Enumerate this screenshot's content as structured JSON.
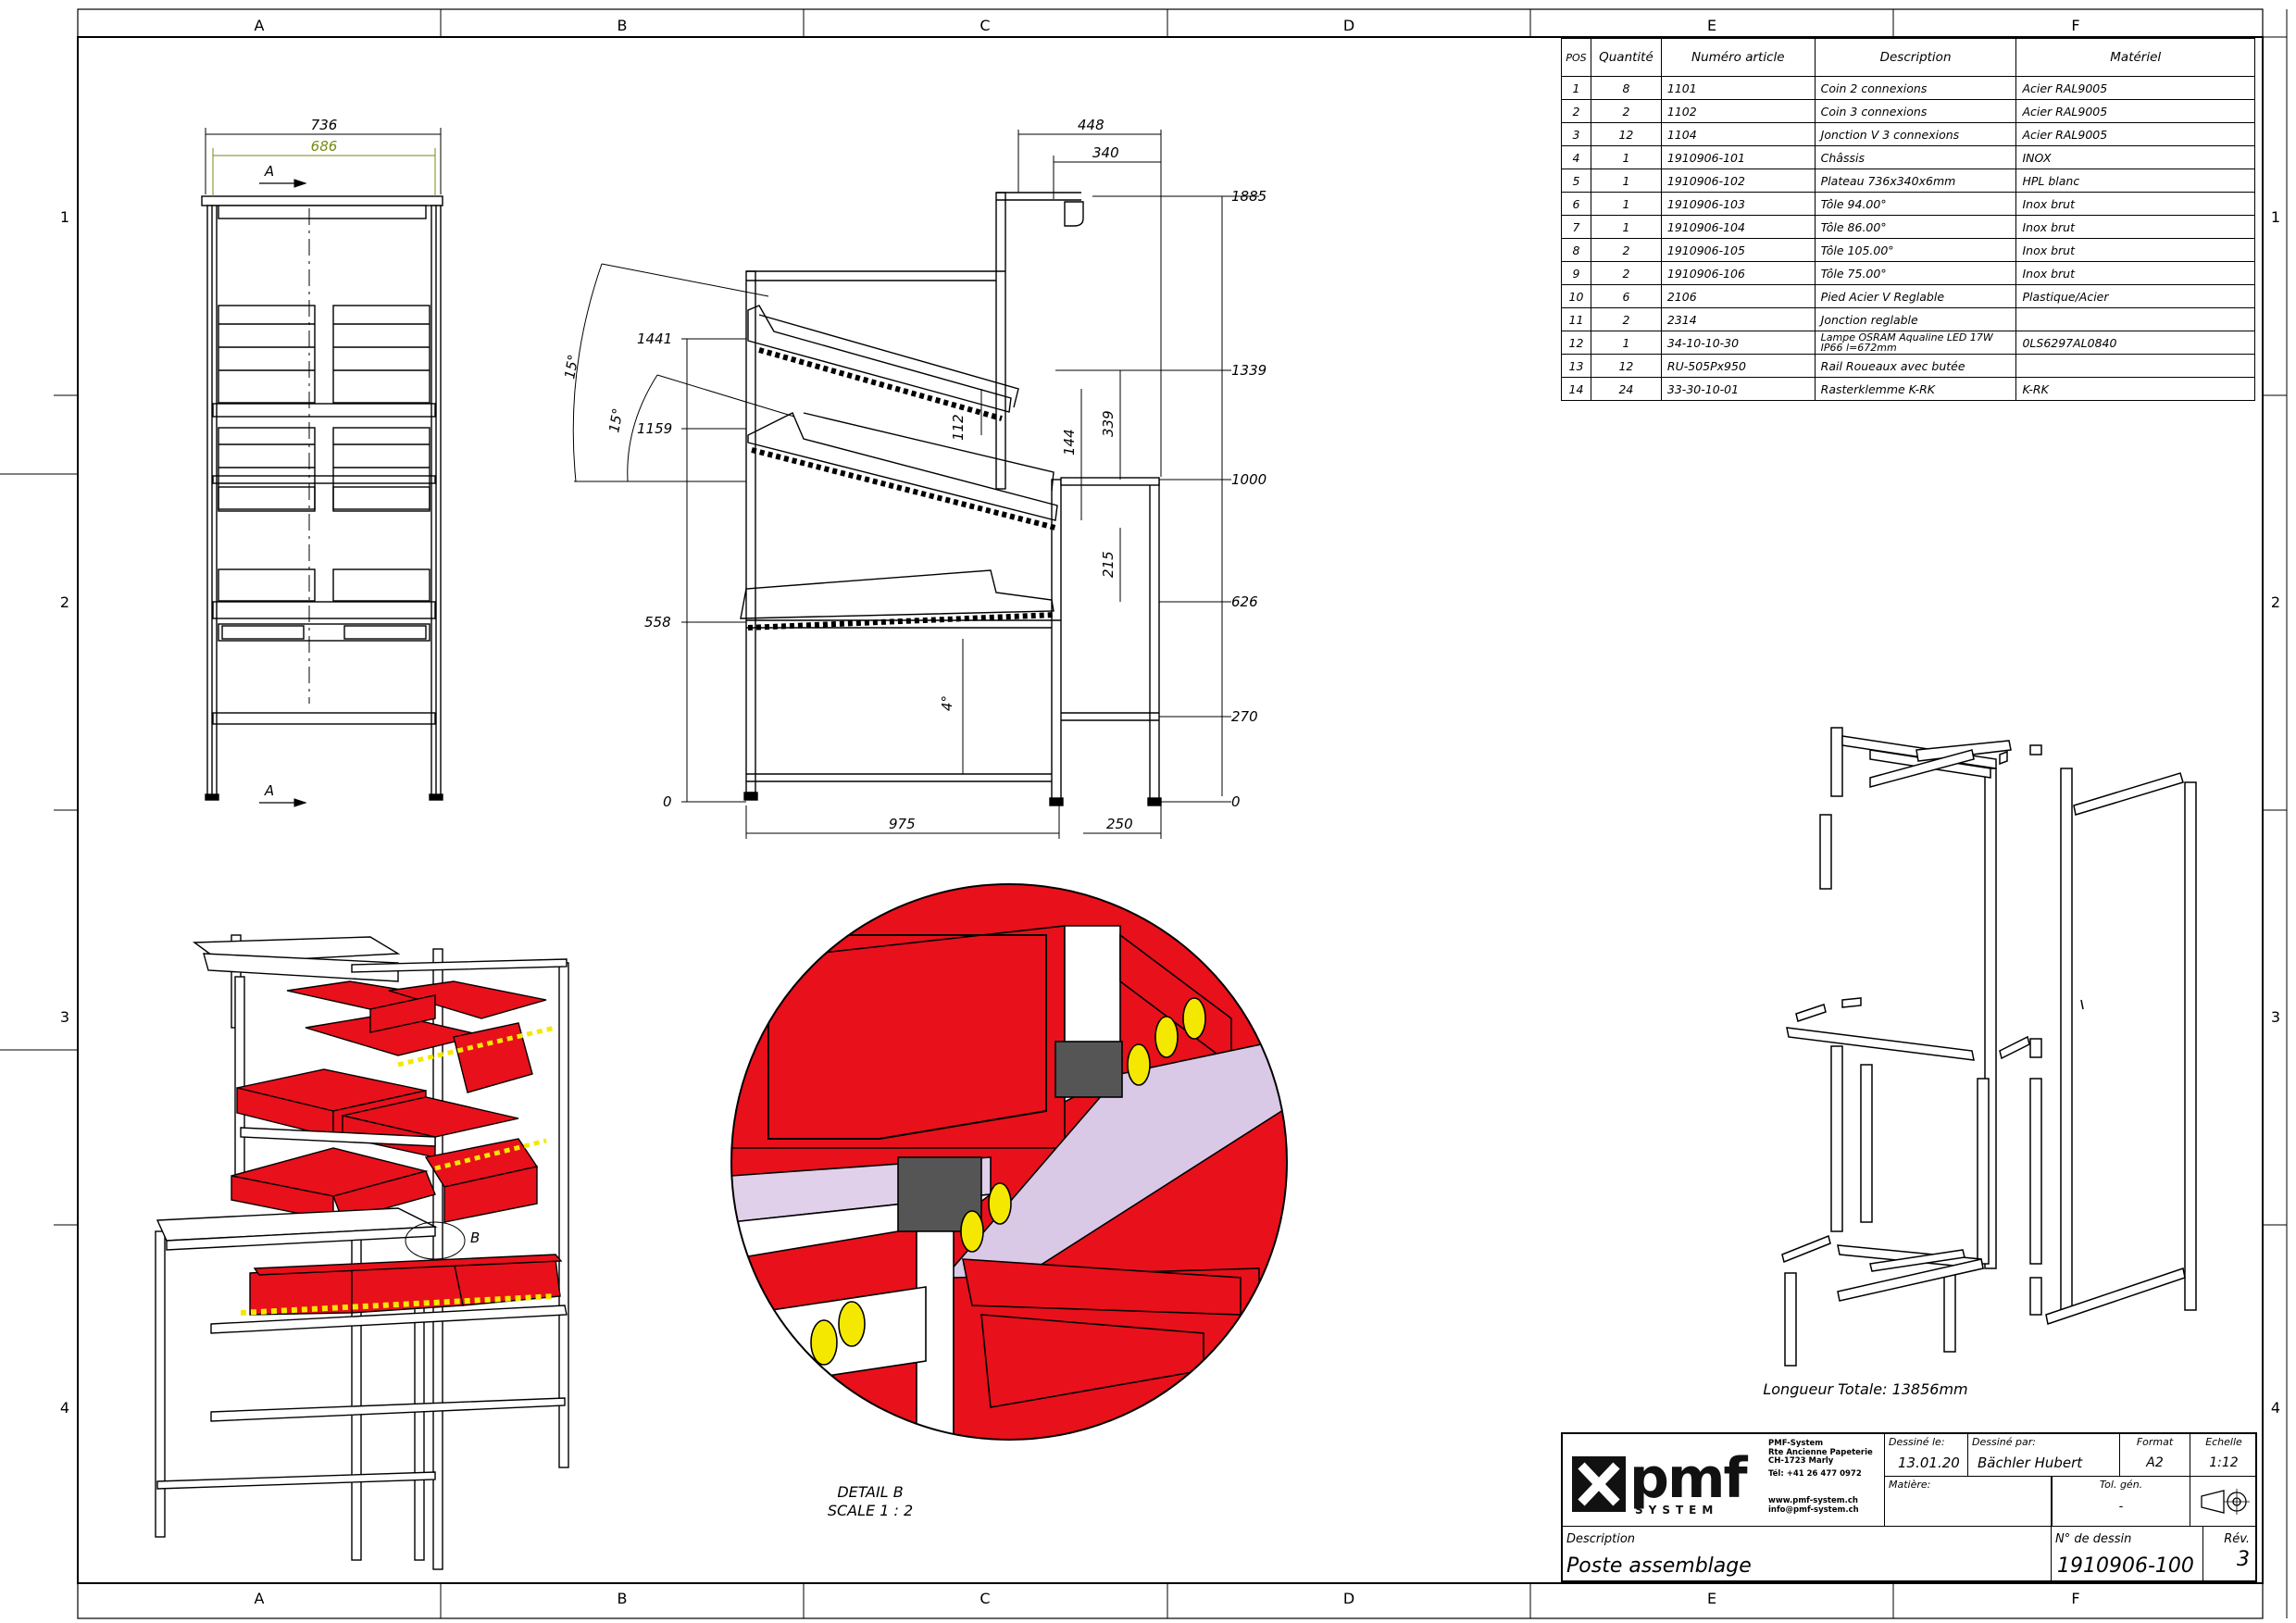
{
  "border": {
    "columns": [
      "A",
      "B",
      "C",
      "D",
      "E",
      "F"
    ],
    "rows": [
      "1",
      "2",
      "3",
      "4"
    ]
  },
  "bom": {
    "headers": [
      "POS",
      "Quantité",
      "Numéro article",
      "Description",
      "Matériel"
    ],
    "rows": [
      [
        "1",
        "8",
        "1101",
        "Coin 2 connexions",
        "Acier RAL9005"
      ],
      [
        "2",
        "2",
        "1102",
        "Coin 3 connexions",
        "Acier RAL9005"
      ],
      [
        "3",
        "12",
        "1104",
        "Jonction V 3 connexions",
        "Acier RAL9005"
      ],
      [
        "4",
        "1",
        "1910906-101",
        "Châssis",
        "INOX"
      ],
      [
        "5",
        "1",
        "1910906-102",
        "Plateau 736x340x6mm",
        "HPL blanc"
      ],
      [
        "6",
        "1",
        "1910906-103",
        "Tôle 94.00°",
        "Inox brut"
      ],
      [
        "7",
        "1",
        "1910906-104",
        "Tôle 86.00°",
        "Inox brut"
      ],
      [
        "8",
        "2",
        "1910906-105",
        "Tôle 105.00°",
        "Inox brut"
      ],
      [
        "9",
        "2",
        "1910906-106",
        "Tôle 75.00°",
        "Inox brut"
      ],
      [
        "10",
        "6",
        "2106",
        "Pied Acier V Reglable",
        "Plastique/Acier"
      ],
      [
        "11",
        "2",
        "2314",
        "Jonction reglable",
        ""
      ],
      [
        "12",
        "1",
        "34-10-10-30",
        "Lampe OSRAM Aqualine LED 17W IP66 l=672mm",
        "0LS6297AL0840"
      ],
      [
        "13",
        "12",
        "RU-505Px950",
        "Rail Roueaux avec butée",
        ""
      ],
      [
        "14",
        "24",
        "33-30-10-01",
        "Rasterklemme K-RK",
        "K-RK"
      ]
    ]
  },
  "front_view": {
    "dim_overall": "736",
    "dim_inner": "686",
    "section_label": "A"
  },
  "side_view": {
    "dims_top": [
      "448",
      "340"
    ],
    "heights_right": [
      "1885",
      "1339",
      "1000",
      "626",
      "270",
      "0"
    ],
    "heights_left": [
      "1441",
      "1159",
      "558",
      "0"
    ],
    "angles": [
      "15°",
      "15°",
      "4°"
    ],
    "vertical_dims": [
      "112",
      "144",
      "339",
      "215"
    ],
    "bottom_dims": [
      "975",
      "250"
    ]
  },
  "iso_view": {
    "detail_label": "B"
  },
  "detail": {
    "title": "DETAIL B",
    "scale": "SCALE 1 : 2"
  },
  "exploded": {
    "caption": "Longueur Totale: 13856mm"
  },
  "title_block": {
    "company": "PMF-System",
    "address1": "Rte Ancienne Papeterie",
    "address2": "CH-1723 Marly",
    "phone": "Tél: +41 26 477 0972",
    "web": "www.pmf-system.ch",
    "email": "info@pmf-system.ch",
    "logo_text": "pmf",
    "logo_sub": "SYSTEM",
    "drawn_on_label": "Dessiné le:",
    "drawn_on": "13.01.20",
    "drawn_by_label": "Dessiné par:",
    "drawn_by": "Bächler Hubert",
    "format_label": "Format",
    "format": "A2",
    "scale_label": "Echelle",
    "scale": "1:12",
    "material_label": "Matière:",
    "tol_label": "Tol. gén.",
    "tol": "-",
    "description_label": "Description",
    "description": "Poste assemblage",
    "drawing_no_label": "N° de dessin",
    "drawing_no": "1910906-100",
    "rev_label": "Rév.",
    "rev": "3"
  },
  "colors": {
    "bin_red": "#e8101a",
    "roller_yellow": "#f5e800",
    "dim_green": "#7a8a10"
  }
}
